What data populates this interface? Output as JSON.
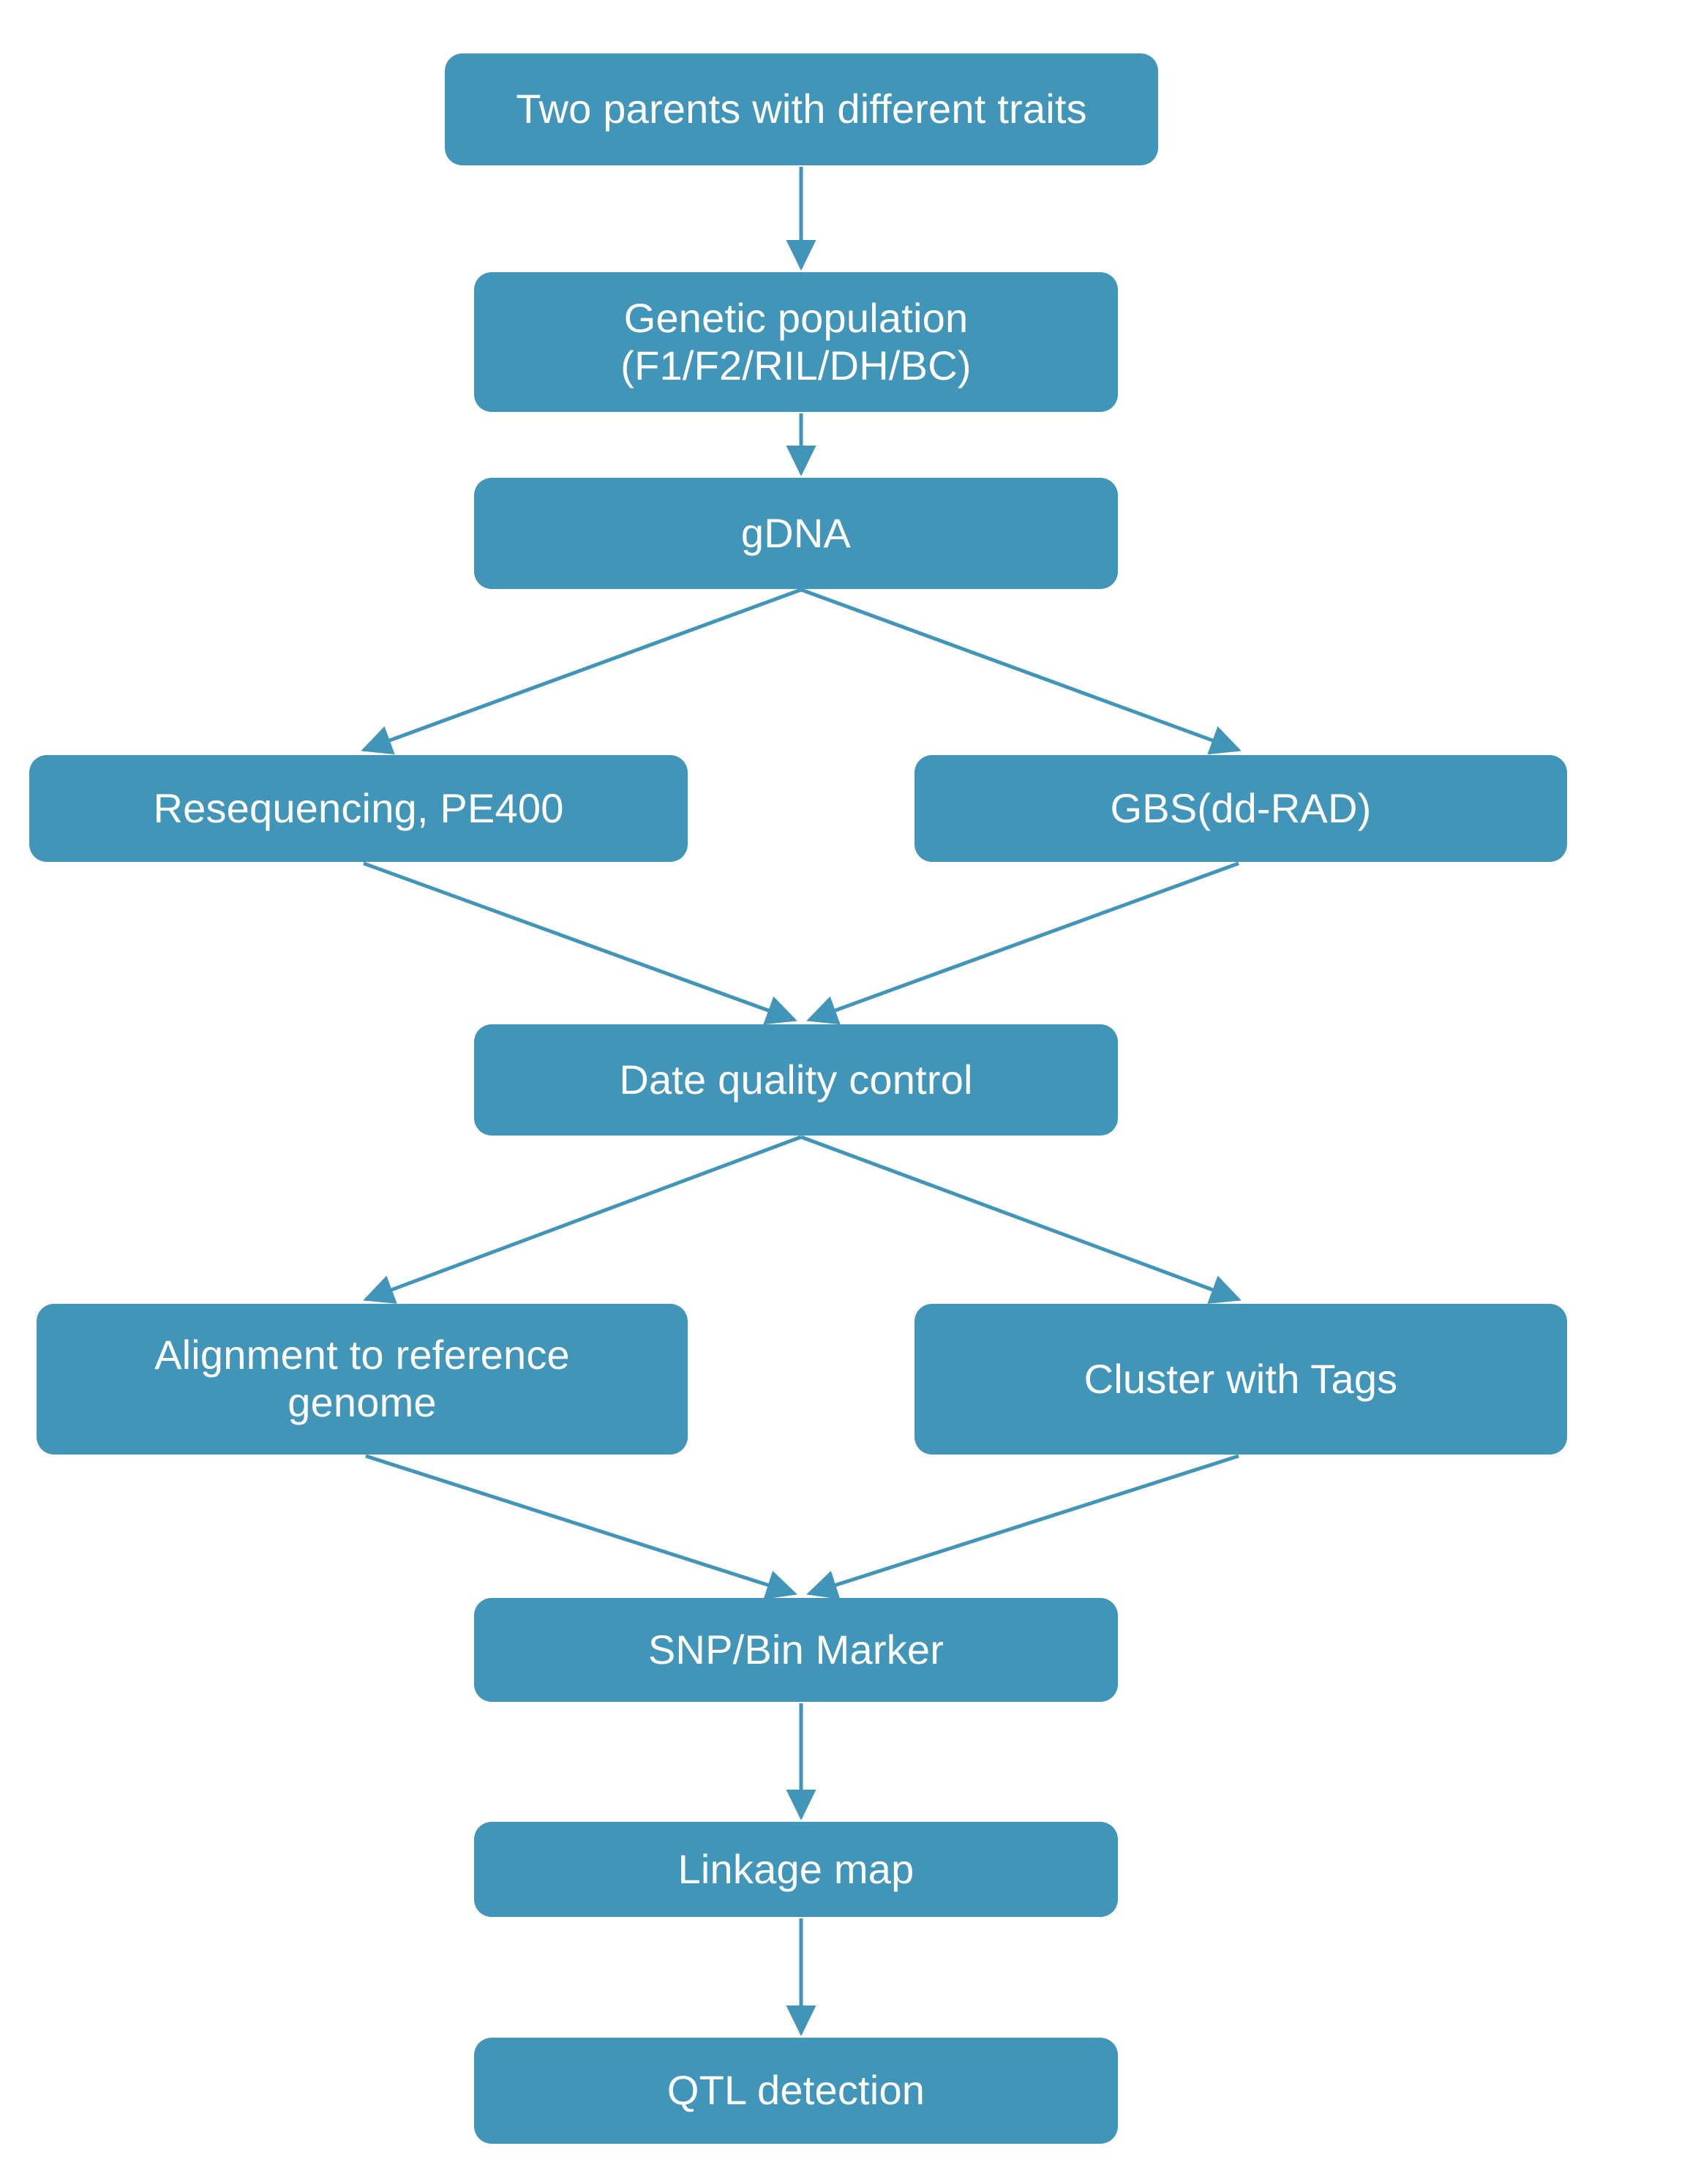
{
  "diagram": {
    "title_text": "",
    "accent_color": "#4095b8",
    "edge_color": "#4095b8",
    "node_text_color": "#ffffff",
    "background_color": "#ffffff",
    "nodes": [
      {
        "id": "parents",
        "label": "Two parents with different traits"
      },
      {
        "id": "population",
        "label": "Genetic population\n(F1/F2/RIL/DH/BC)"
      },
      {
        "id": "gdna",
        "label": "gDNA"
      },
      {
        "id": "resequencing",
        "label": "Resequencing, PE400"
      },
      {
        "id": "gbs",
        "label": "GBS(dd-RAD)"
      },
      {
        "id": "qc",
        "label": "Date quality control"
      },
      {
        "id": "alignment",
        "label": "Alignment to reference\ngenome"
      },
      {
        "id": "cluster",
        "label": "Cluster with Tags"
      },
      {
        "id": "snp",
        "label": "SNP/Bin Marker"
      },
      {
        "id": "linkage",
        "label": "Linkage map"
      },
      {
        "id": "qtl",
        "label": "QTL detection"
      }
    ],
    "edges": [
      {
        "from": "parents",
        "to": "population",
        "kind": "vertical-arrow"
      },
      {
        "from": "population",
        "to": "gdna",
        "kind": "vertical-arrow"
      },
      {
        "from": "gdna",
        "to": "resequencing",
        "kind": "diagonal-arrow"
      },
      {
        "from": "gdna",
        "to": "gbs",
        "kind": "diagonal-arrow"
      },
      {
        "from": "resequencing",
        "to": "qc",
        "kind": "diagonal-arrow"
      },
      {
        "from": "gbs",
        "to": "qc",
        "kind": "diagonal-arrow"
      },
      {
        "from": "qc",
        "to": "alignment",
        "kind": "diagonal-arrow"
      },
      {
        "from": "qc",
        "to": "cluster",
        "kind": "diagonal-arrow"
      },
      {
        "from": "alignment",
        "to": "snp",
        "kind": "diagonal-arrow"
      },
      {
        "from": "cluster",
        "to": "snp",
        "kind": "diagonal-arrow"
      },
      {
        "from": "snp",
        "to": "linkage",
        "kind": "vertical-arrow"
      },
      {
        "from": "linkage",
        "to": "qtl",
        "kind": "vertical-arrow"
      }
    ]
  }
}
